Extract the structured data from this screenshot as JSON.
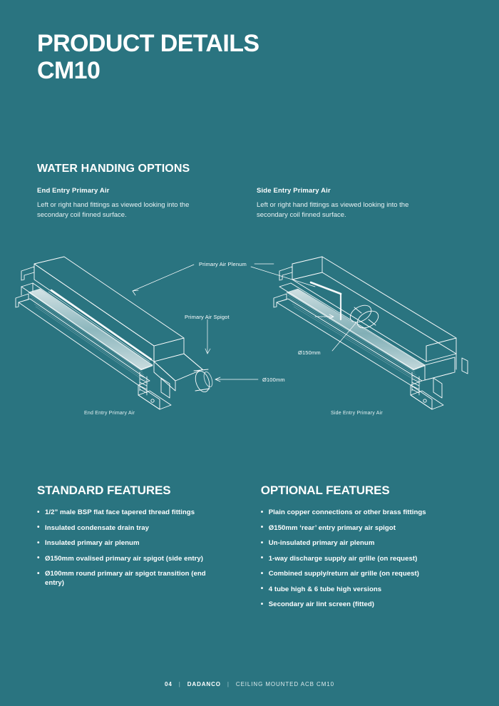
{
  "page": {
    "background_color": "#2a7480",
    "text_color": "#ffffff"
  },
  "header": {
    "title_line1": "PRODUCT DETAILS",
    "title_line2": "CM10"
  },
  "water_handing": {
    "heading": "WATER HANDING OPTIONS",
    "columns": [
      {
        "subtitle": "End Entry Primary Air",
        "body": "Left or right hand fittings as viewed looking into the secondary coil finned surface."
      },
      {
        "subtitle": "Side Entry Primary Air",
        "body": "Left or right hand fittings as viewed looking into the secondary coil finned surface."
      }
    ]
  },
  "diagrams": {
    "left": {
      "caption": "End Entry Primary Air",
      "labels": [
        {
          "text": "Primary Air Plenum"
        },
        {
          "text": "Primary Air Spigot"
        },
        {
          "text": "Ø100mm"
        }
      ]
    },
    "right": {
      "caption": "Side Entry Primary Air",
      "labels": [
        {
          "text": "Ø150mm"
        }
      ]
    }
  },
  "standard_features": {
    "heading": "STANDARD FEATURES",
    "items": [
      "1/2” male BSP flat face tapered thread fittings",
      "Insulated condensate drain tray",
      "Insulated primary air plenum",
      "Ø150mm ovalised primary air spigot (side entry)",
      "Ø100mm round primary air spigot transition (end entry)"
    ]
  },
  "optional_features": {
    "heading": "OPTIONAL FEATURES",
    "items": [
      "Plain copper connections or other brass fittings",
      "Ø150mm ‘rear’ entry primary air spigot",
      "Un-insulated primary air plenum",
      "1-way discharge supply air grille (on request)",
      "Combined supply/return air grille (on request)",
      "4 tube high & 6 tube high versions",
      "Secondary air lint screen (fitted)"
    ]
  },
  "footer": {
    "page_number": "04",
    "separator": "|",
    "brand": "DADANCO",
    "document": "CEILING MOUNTED ACB CM10"
  }
}
